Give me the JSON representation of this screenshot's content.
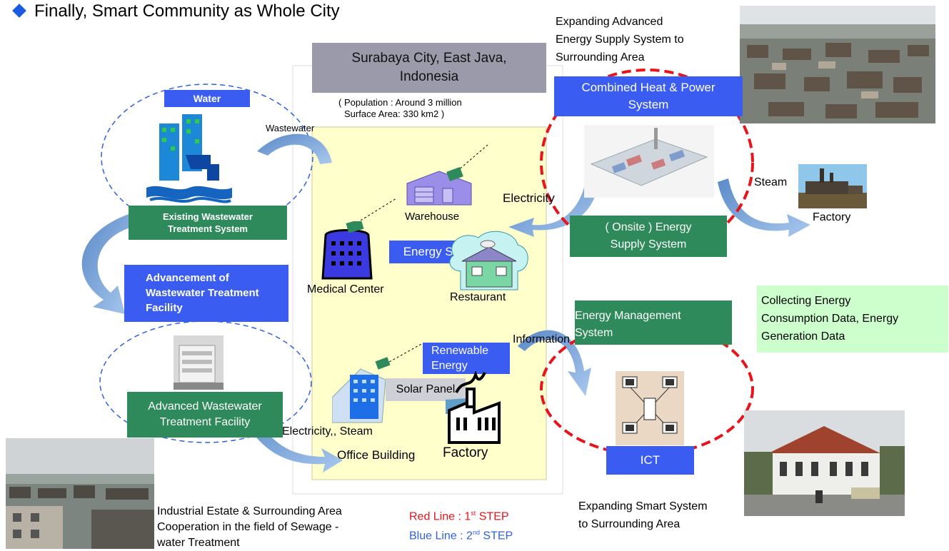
{
  "title": "Finally, Smart Community as Whole City",
  "city": {
    "name_line1": "Surabaya City, East Java,",
    "name_line2": "Indonesia",
    "population": "( Population : Around 3 million",
    "area": "Surface Area: 330 km2 )"
  },
  "left": {
    "water_label": "Water",
    "wastewater_label": "Wastewater",
    "existing_line1": "Existing Wastewater",
    "existing_line2": "Treatment System",
    "advancement_line1": "Advancement of",
    "advancement_line2": "Wastewater Treatment",
    "advancement_line3": "Facility",
    "advanced_line1": "Advanced Wastewater",
    "advanced_line2": "Treatment Facility",
    "elec_steam": "Electricity,, Steam"
  },
  "center": {
    "warehouse": "Warehouse",
    "medical": "Medical  Center",
    "energy_saving": "Energy Saving",
    "restaurant": "Restaurant",
    "renewable_line1": "Renewable",
    "renewable_line2": "Energy",
    "solar_panel": "Solar Panel",
    "office": "Office Building",
    "factory": "Factory"
  },
  "right": {
    "expanding_line1": "Expanding Advanced",
    "expanding_line2": "Energy Supply System to",
    "expanding_line3": "Surrounding Area",
    "chp_line1": "Combined Heat & Power",
    "chp_line2": "System",
    "steam": "Steam",
    "factory": "Factory",
    "electricity": "Electricity",
    "onsite_line1": "( Onsite ) Energy",
    "onsite_line2": "Supply System",
    "collect_line1": "Collecting Energy",
    "collect_line2": "Consumption Data, Energy",
    "collect_line3": "Generation Data",
    "ems_line1": "Energy Management",
    "ems_line2": "System",
    "information": "Information",
    "ict": "ICT",
    "smart_line1": "Expanding Smart System",
    "smart_line2": "to Surrounding Area"
  },
  "bottom": {
    "industrial_line1": "Industrial Estate & Surrounding Area",
    "industrial_line2": "Cooperation in the field of Sewage -",
    "industrial_line3": "water Treatment",
    "legend_red_prefix": "Red Line : 1",
    "legend_red_sup": "st",
    "legend_red_suffix": " STEP",
    "legend_blue_prefix": "Blue Line : 2",
    "legend_blue_sup": "nd",
    "legend_blue_suffix": " STEP"
  },
  "colors": {
    "box_blue": "#3a5cf0",
    "box_green": "#2e8a5a",
    "city_gray": "#9a9aaa",
    "center_yellow": "#ffffcc",
    "info_green": "#ccffcc",
    "red_line": "#e8141c",
    "blue_line": "#3060e0",
    "title_diamond": "#1a5ae0"
  }
}
